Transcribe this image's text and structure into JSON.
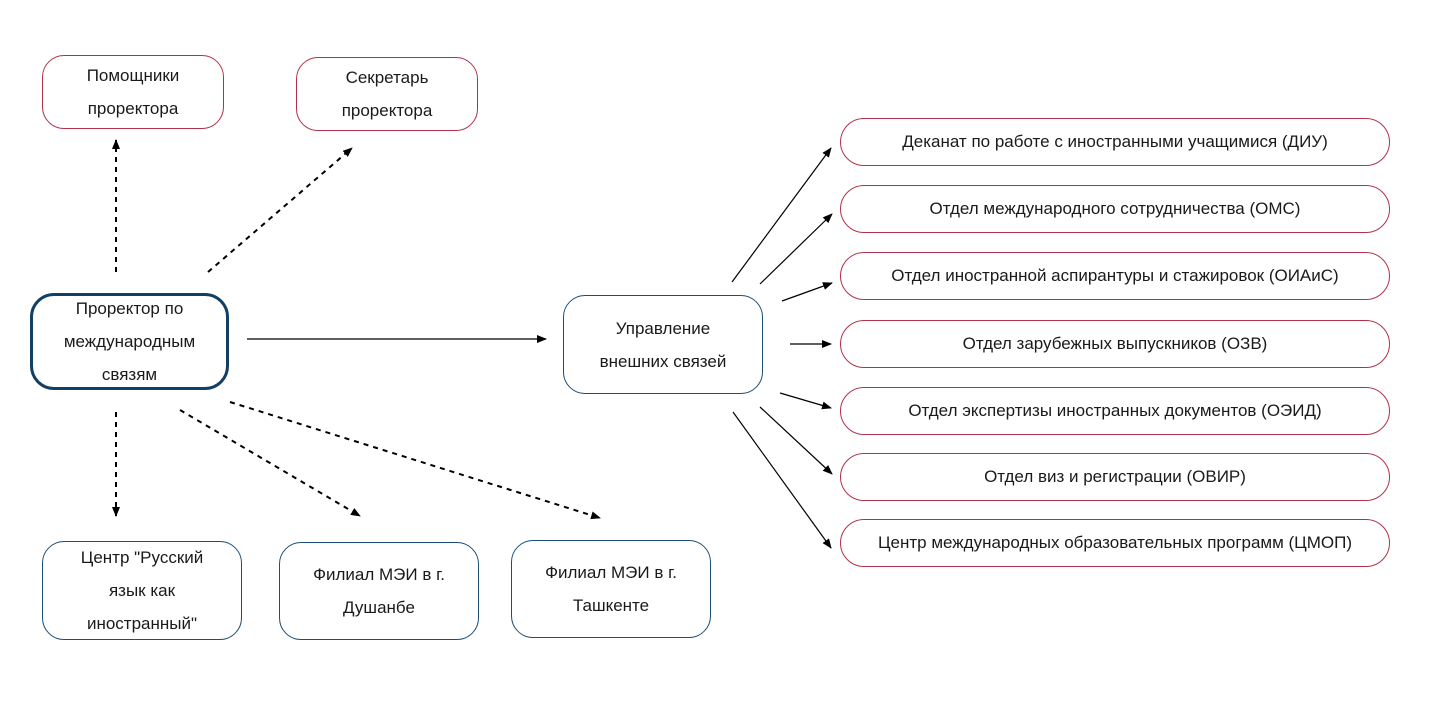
{
  "nodes": {
    "assistants": "Помощники\nпроректора",
    "secretary": "Секретарь\nпроректора",
    "vice_rector": "Проректор по\nмеждународным\nсвязям",
    "external_relations": "Управление\nвнешних связей",
    "russian_center": "Центр \"Русский\nязык как\nиностранный\"",
    "branch_dushanbe": "Филиал МЭИ в г.\nДушанбе",
    "branch_tashkent": "Филиал МЭИ в г.\nТашкенте"
  },
  "departments": [
    "Деканат по работе с иностранными учащимися (ДИУ)",
    "Отдел международного сотрудничества (ОМС)",
    "Отдел иностранной аспирантуры и стажировок (ОИАиС)",
    "Отдел зарубежных выпускников (ОЗВ)",
    "Отдел экспертизы иностранных документов (ОЭИД)",
    "Отдел виз и регистрации (ОВИР)",
    "Центр международных образовательных программ (ЦМОП)"
  ],
  "colors": {
    "red_border": "#b0324a",
    "blue_border": "#1d4e74",
    "main_border": "#123f64",
    "arrow": "#000000"
  }
}
